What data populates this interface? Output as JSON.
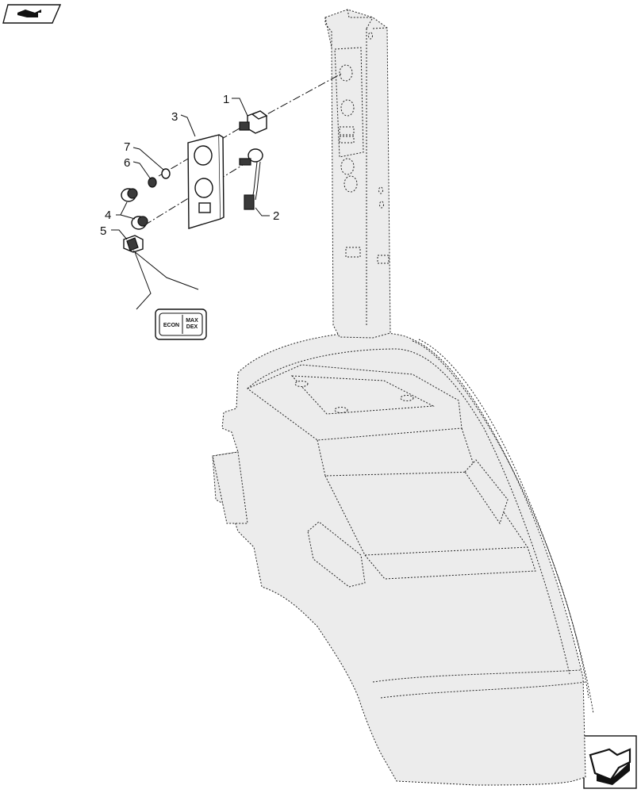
{
  "callouts": {
    "c1": "1",
    "c2": "2",
    "c3": "3",
    "c4": "4",
    "c5": "5",
    "c6": "6",
    "c7": "7"
  },
  "switch_panel": {
    "left_label": "ECON",
    "right_label_line1": "MAX",
    "right_label_line2": "DEX"
  },
  "icons": {
    "top_left": "book-arrow-icon",
    "bottom_right": "next-page-arrow-icon"
  }
}
